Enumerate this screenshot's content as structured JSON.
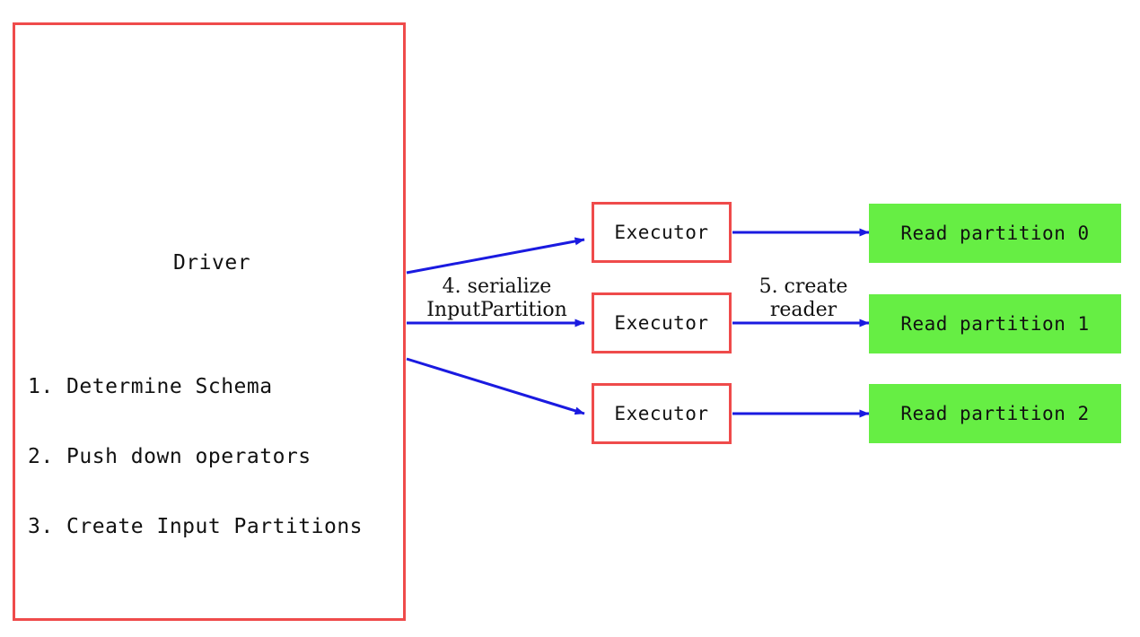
{
  "diagram": {
    "title_semantic": "spark-datasource-v2-driver-executor-flow",
    "colors": {
      "box_border_red": "#ef4b4b",
      "arrow_blue": "#1a1ae0",
      "partition_green": "#66ee44",
      "text_black": "#111111",
      "background": "#ffffff"
    },
    "driver": {
      "title": "Driver",
      "steps": [
        "1. Determine Schema",
        "2. Push down operators",
        "3. Create Input Partitions"
      ]
    },
    "executors": [
      {
        "label": "Executor"
      },
      {
        "label": "Executor"
      },
      {
        "label": "Executor"
      }
    ],
    "partitions": [
      {
        "label": "Read partition 0"
      },
      {
        "label": "Read partition 1"
      },
      {
        "label": "Read partition 2"
      }
    ],
    "edge_labels": {
      "serialize_line1": "4. serialize",
      "serialize_line2": "InputPartition",
      "create_line1": "5. create",
      "create_line2": "reader"
    }
  }
}
